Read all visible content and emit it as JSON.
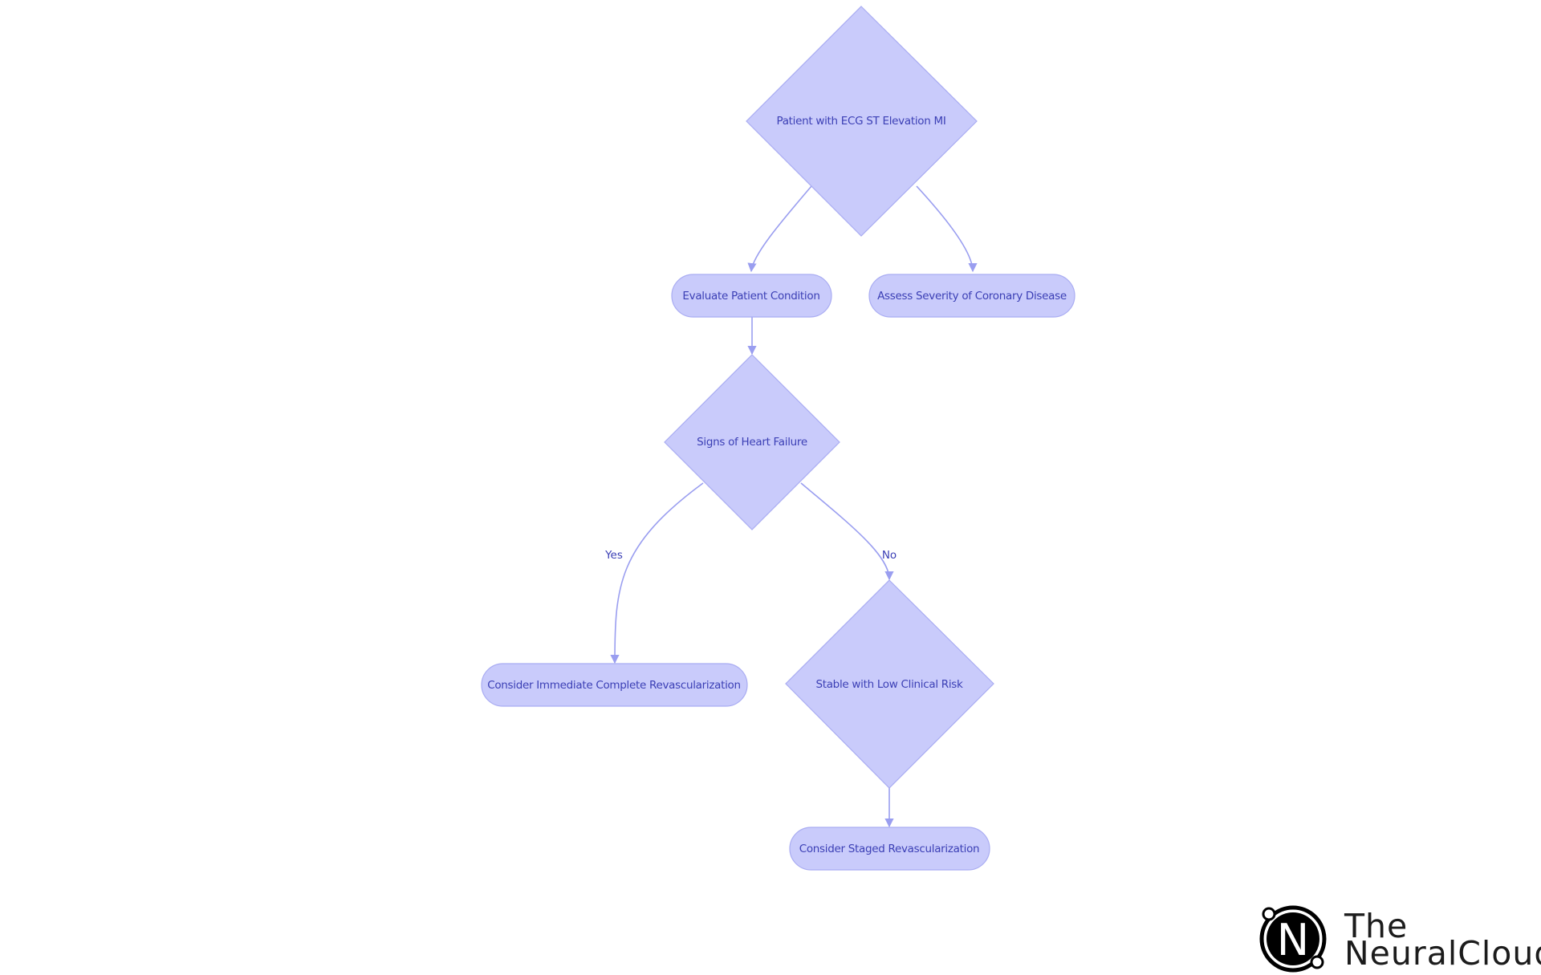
{
  "diagram": {
    "nodes": [
      {
        "id": "patient-ecg",
        "shape": "diamond",
        "label": "Patient with ECG ST Elevation MI"
      },
      {
        "id": "evaluate-condition",
        "shape": "pill",
        "label": "Evaluate Patient Condition"
      },
      {
        "id": "assess-severity",
        "shape": "pill",
        "label": "Assess Severity of Coronary Disease"
      },
      {
        "id": "heart-failure",
        "shape": "diamond",
        "label": "Signs of Heart Failure"
      },
      {
        "id": "immediate-revasc",
        "shape": "pill",
        "label": "Consider Immediate Complete Revascularization"
      },
      {
        "id": "stable-low-risk",
        "shape": "diamond",
        "label": "Stable with Low Clinical Risk"
      },
      {
        "id": "staged-revasc",
        "shape": "pill",
        "label": "Consider Staged Revascularization"
      }
    ],
    "edges": [
      {
        "from": "patient-ecg",
        "to": "evaluate-condition",
        "label": ""
      },
      {
        "from": "patient-ecg",
        "to": "assess-severity",
        "label": ""
      },
      {
        "from": "evaluate-condition",
        "to": "heart-failure",
        "label": ""
      },
      {
        "from": "heart-failure",
        "to": "immediate-revasc",
        "label": "Yes"
      },
      {
        "from": "heart-failure",
        "to": "stable-low-risk",
        "label": "No"
      },
      {
        "from": "stable-low-risk",
        "to": "staged-revasc",
        "label": ""
      }
    ]
  },
  "logo": {
    "icon_letter": "N",
    "line1": "The",
    "line2": "NeuralCloud"
  },
  "colors": {
    "node_fill": "#c9cbfb",
    "node_stroke": "#a9acf2",
    "node_text": "#3b3fb5",
    "edge": "#9a9ef0",
    "logo": "#000000"
  }
}
